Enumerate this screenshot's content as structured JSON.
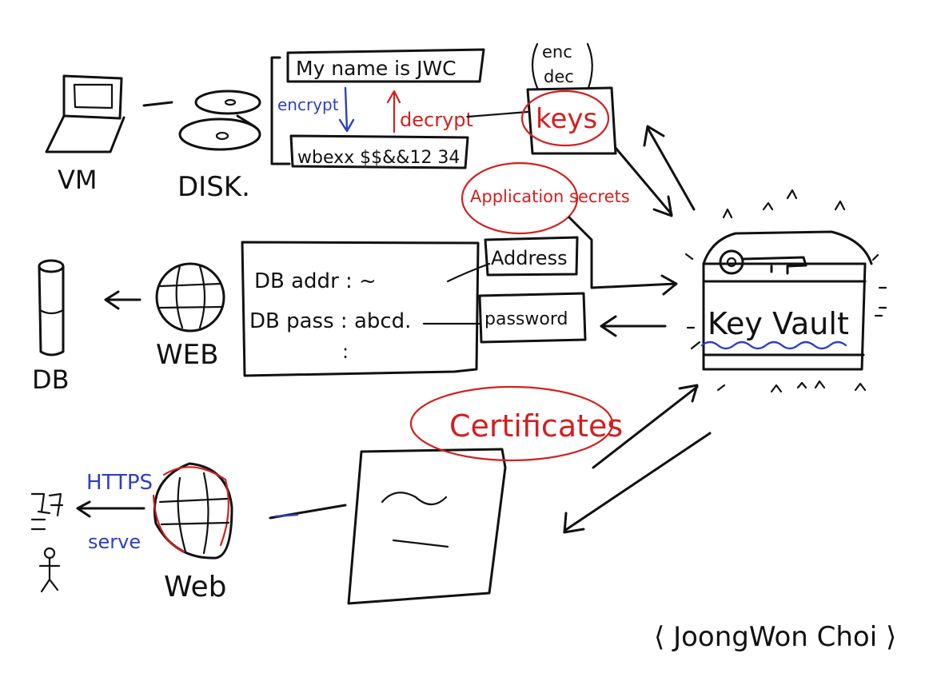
{
  "colors": {
    "ink": "#111111",
    "red": "#d21f1f",
    "blue": "#2c3fc4",
    "background": "#ffffff"
  },
  "top": {
    "plaintext": "My name is JWC",
    "encrypt_label": "encrypt",
    "decrypt_label": "decrypt",
    "ciphertext": "wbexx $$&&12 34",
    "enc_label": "enc",
    "dec_label": "dec",
    "keys_label": "keys",
    "vm_label": "VM",
    "disk_label": "DISK."
  },
  "middle": {
    "app_secrets_label": "Application secrets",
    "db_addr_line": "DB addr : ~",
    "db_pass_line": "DB pass : abcd.",
    "ellipsis": ":",
    "address_label": "Address",
    "password_label": "password",
    "web_label": "WEB",
    "db_label": "DB",
    "key_vault_label": "Key Vault"
  },
  "bottom": {
    "certificates_label": "Certificates",
    "https_label": "HTTPS",
    "serve_label": "serve",
    "web_label": "Web"
  },
  "signature": "⟨ JoongWon Choi ⟩",
  "icons": [
    "laptop-icon",
    "disk-icon",
    "database-icon",
    "globe-icon",
    "key-icon",
    "user-icon",
    "certificate-icon"
  ]
}
